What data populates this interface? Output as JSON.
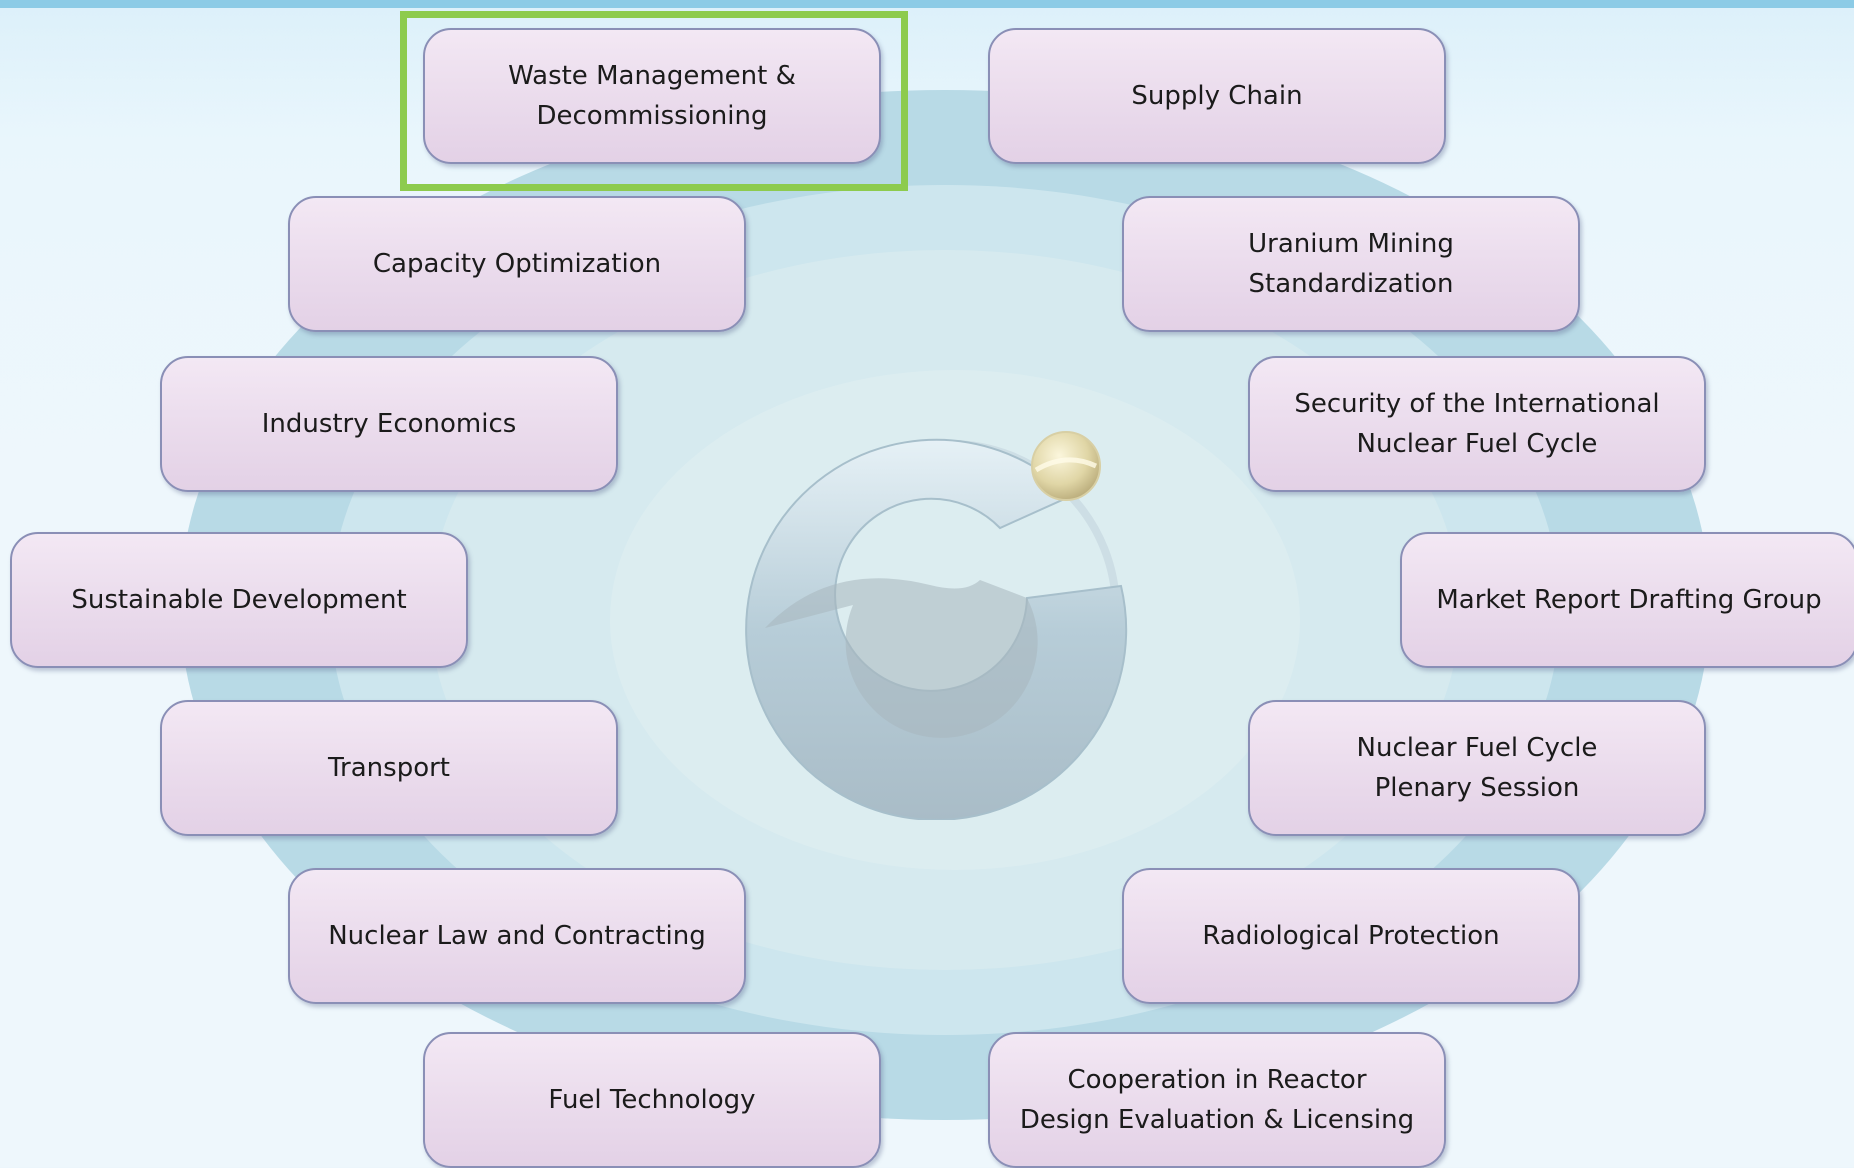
{
  "diagram": {
    "highlight_color": "#8dcb4e",
    "node_fill": "#ead9ec",
    "node_border": "#8a8fb6",
    "center": {
      "icon": "nuclear-ring-logo-icon"
    },
    "nodes": [
      {
        "id": "waste-management",
        "label": "Waste Management &\nDecommissioning",
        "highlighted": true
      },
      {
        "id": "supply-chain",
        "label": "Supply Chain"
      },
      {
        "id": "capacity-optimization",
        "label": "Capacity Optimization"
      },
      {
        "id": "uranium-mining",
        "label": "Uranium Mining\nStandardization"
      },
      {
        "id": "industry-economics",
        "label": "Industry Economics"
      },
      {
        "id": "security-fuel-cycle",
        "label": "Security of the International\nNuclear Fuel Cycle"
      },
      {
        "id": "sustainable-development",
        "label": "Sustainable Development"
      },
      {
        "id": "market-report",
        "label": "Market Report Drafting Group"
      },
      {
        "id": "transport",
        "label": "Transport"
      },
      {
        "id": "fuel-cycle-plenary",
        "label": "Nuclear Fuel Cycle\nPlenary Session"
      },
      {
        "id": "nuclear-law",
        "label": "Nuclear Law and Contracting"
      },
      {
        "id": "radiological-protection",
        "label": "Radiological Protection"
      },
      {
        "id": "fuel-technology",
        "label": "Fuel Technology"
      },
      {
        "id": "reactor-design",
        "label": "Cooperation in Reactor\nDesign Evaluation & Licensing"
      }
    ]
  }
}
